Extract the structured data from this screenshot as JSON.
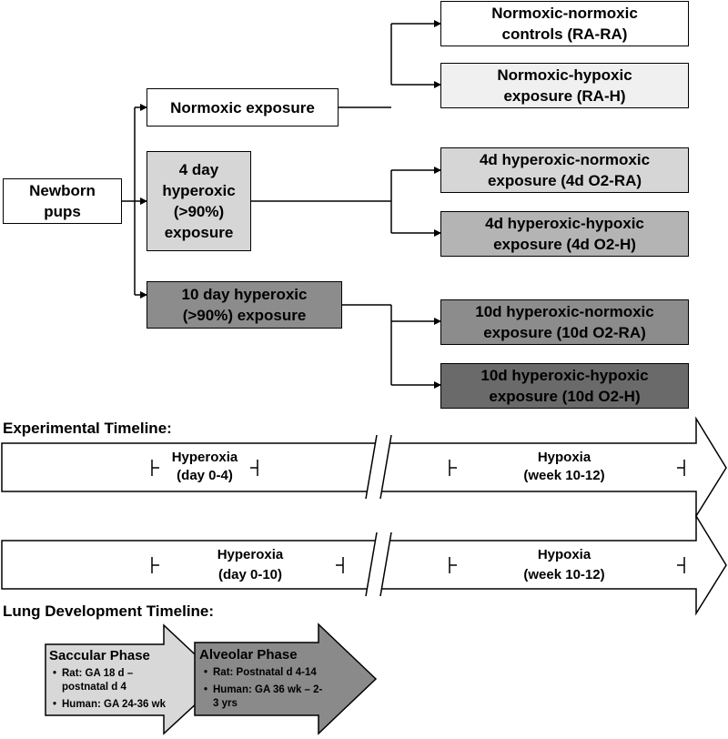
{
  "boxes": {
    "newborn": "Newborn\npups",
    "normoxic": "Normoxic exposure",
    "hyperoxic_4d": "4 day\nhyperoxic\n(>90%)\nexposure",
    "hyperoxic_10d": "10 day hyperoxic\n(>90%) exposure",
    "ra_ra": "Normoxic-normoxic\ncontrols (RA-RA)",
    "ra_h": "Normoxic-hypoxic\nexposure (RA-H)",
    "o2_ra_4d": "4d hyperoxic-normoxic\nexposure (4d O2-RA)",
    "o2_h_4d": "4d hyperoxic-hypoxic\nexposure (4d O2-H)",
    "o2_ra_10d": "10d hyperoxic-normoxic\nexposure (10d O2-RA)",
    "o2_h_10d": "10d hyperoxic-hypoxic\nexposure (10d O2-H)"
  },
  "experimental_timeline": {
    "title": "Experimental Timeline:",
    "arrow1": {
      "hyperoxia": "Hyperoxia\n(day 0-4)",
      "hypoxia": "Hypoxia\n(week 10-12)"
    },
    "arrow2": {
      "hyperoxia": "Hyperoxia\n(day 0-10)",
      "hypoxia": "Hypoxia\n(week 10-12)"
    }
  },
  "lung_timeline": {
    "title": "Lung Development Timeline:",
    "saccular": {
      "title": "Saccular Phase",
      "items": [
        "Rat: GA 18 d –\npostnatal d 4",
        "Human: GA 24-36 wk"
      ]
    },
    "alveolar": {
      "title": "Alveolar Phase",
      "items": [
        "Rat: Postnatal d 4-14",
        "Human: GA 36 wk – 2-\n3 yrs"
      ]
    }
  },
  "colors": {
    "white": "#ffffff",
    "gray_lightest": "#f0f0f0",
    "gray_light": "#d6d6d6",
    "gray_mid": "#b4b4b4",
    "gray_dark": "#8c8c8c",
    "gray_darkest": "#6a6a6a",
    "phase_saccular": "#d8d8d8",
    "phase_alveolar": "#8a8a8a"
  }
}
